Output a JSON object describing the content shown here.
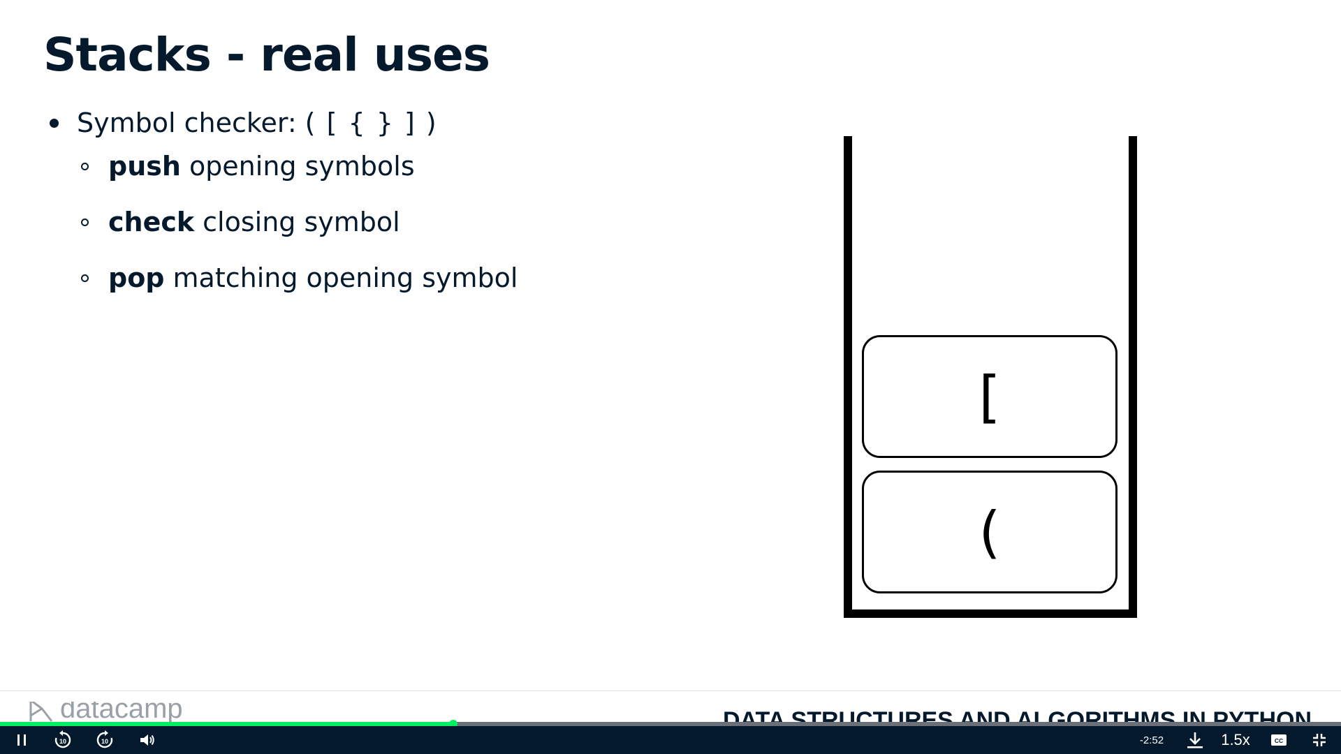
{
  "slide": {
    "title": "Stacks - real uses",
    "bullet": {
      "label": "Symbol checker:",
      "symbols": "( [ { } ] )",
      "sub_items": [
        {
          "keyword": "push",
          "text": "opening symbols"
        },
        {
          "keyword": "check",
          "text": "closing symbol"
        },
        {
          "keyword": "pop",
          "text": "matching opening symbol"
        }
      ]
    },
    "stack": {
      "items_top_to_bottom": [
        "[",
        "("
      ]
    }
  },
  "footer": {
    "logo_text": "datacamp",
    "course_title": "DATA STRUCTURES AND ALGORITHMS IN PYTHON"
  },
  "player": {
    "progress_fraction": 0.338,
    "time_remaining": "-2:52",
    "speed": "1.5x",
    "icons": [
      "pause-icon",
      "rewind-10-icon",
      "forward-10-icon",
      "volume-icon",
      "download-icon",
      "captions-icon",
      "exit-fullscreen-icon"
    ],
    "accent_color": "#03ef62",
    "bar_color": "#05192d"
  }
}
